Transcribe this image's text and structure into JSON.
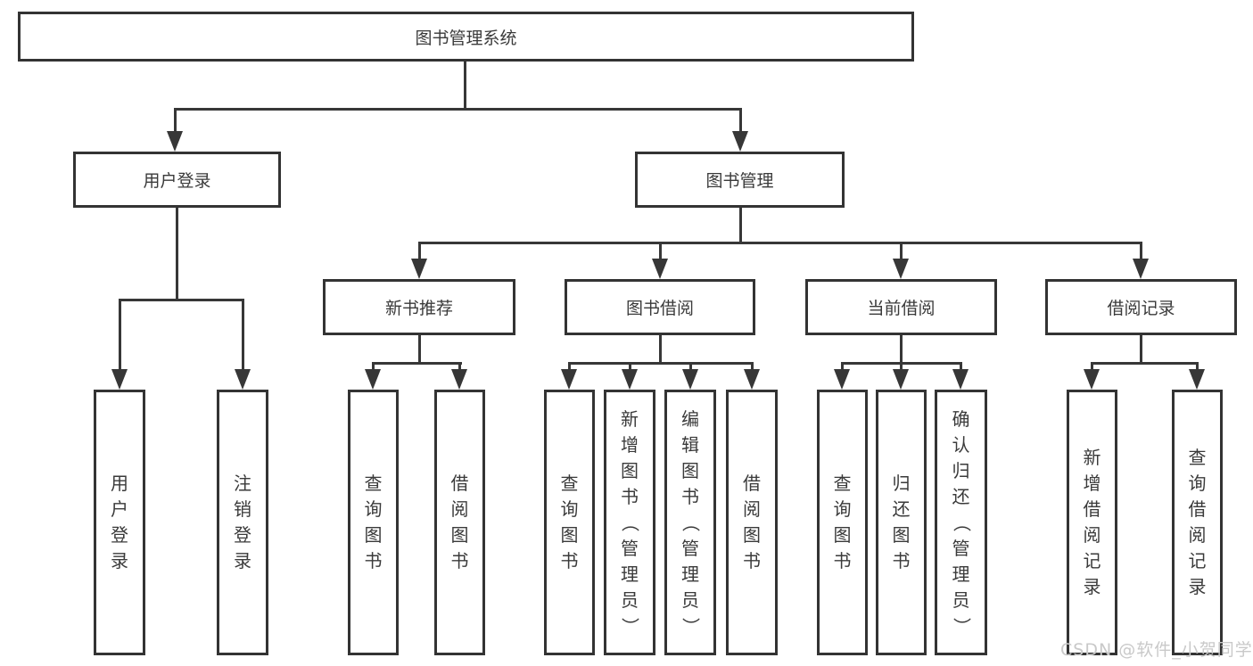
{
  "diagram": {
    "root": {
      "label": "图书管理系统"
    },
    "branches": [
      {
        "label": "用户登录",
        "children": [
          {
            "label": "用户登录"
          },
          {
            "label": "注销登录"
          }
        ]
      },
      {
        "label": "图书管理",
        "children": [
          {
            "label": "新书推荐",
            "children": [
              {
                "label": "查询图书"
              },
              {
                "label": "借阅图书"
              }
            ]
          },
          {
            "label": "图书借阅",
            "children": [
              {
                "label": "查询图书"
              },
              {
                "label": "新增图书（管理员）"
              },
              {
                "label": "编辑图书（管理员）"
              },
              {
                "label": "借阅图书"
              }
            ]
          },
          {
            "label": "当前借阅",
            "children": [
              {
                "label": "查询图书"
              },
              {
                "label": "归还图书"
              },
              {
                "label": "确认归还（管理员）"
              }
            ]
          },
          {
            "label": "借阅记录",
            "children": [
              {
                "label": "新增借阅记录"
              },
              {
                "label": "查询借阅记录"
              }
            ]
          }
        ]
      }
    ]
  },
  "watermark": {
    "text": "CSDN @软件_小贺同学"
  },
  "colors": {
    "line": "#373737",
    "border": "#333333",
    "text": "#3a3a3a",
    "watermark": "#c9c9c9",
    "background": "#ffffff"
  }
}
